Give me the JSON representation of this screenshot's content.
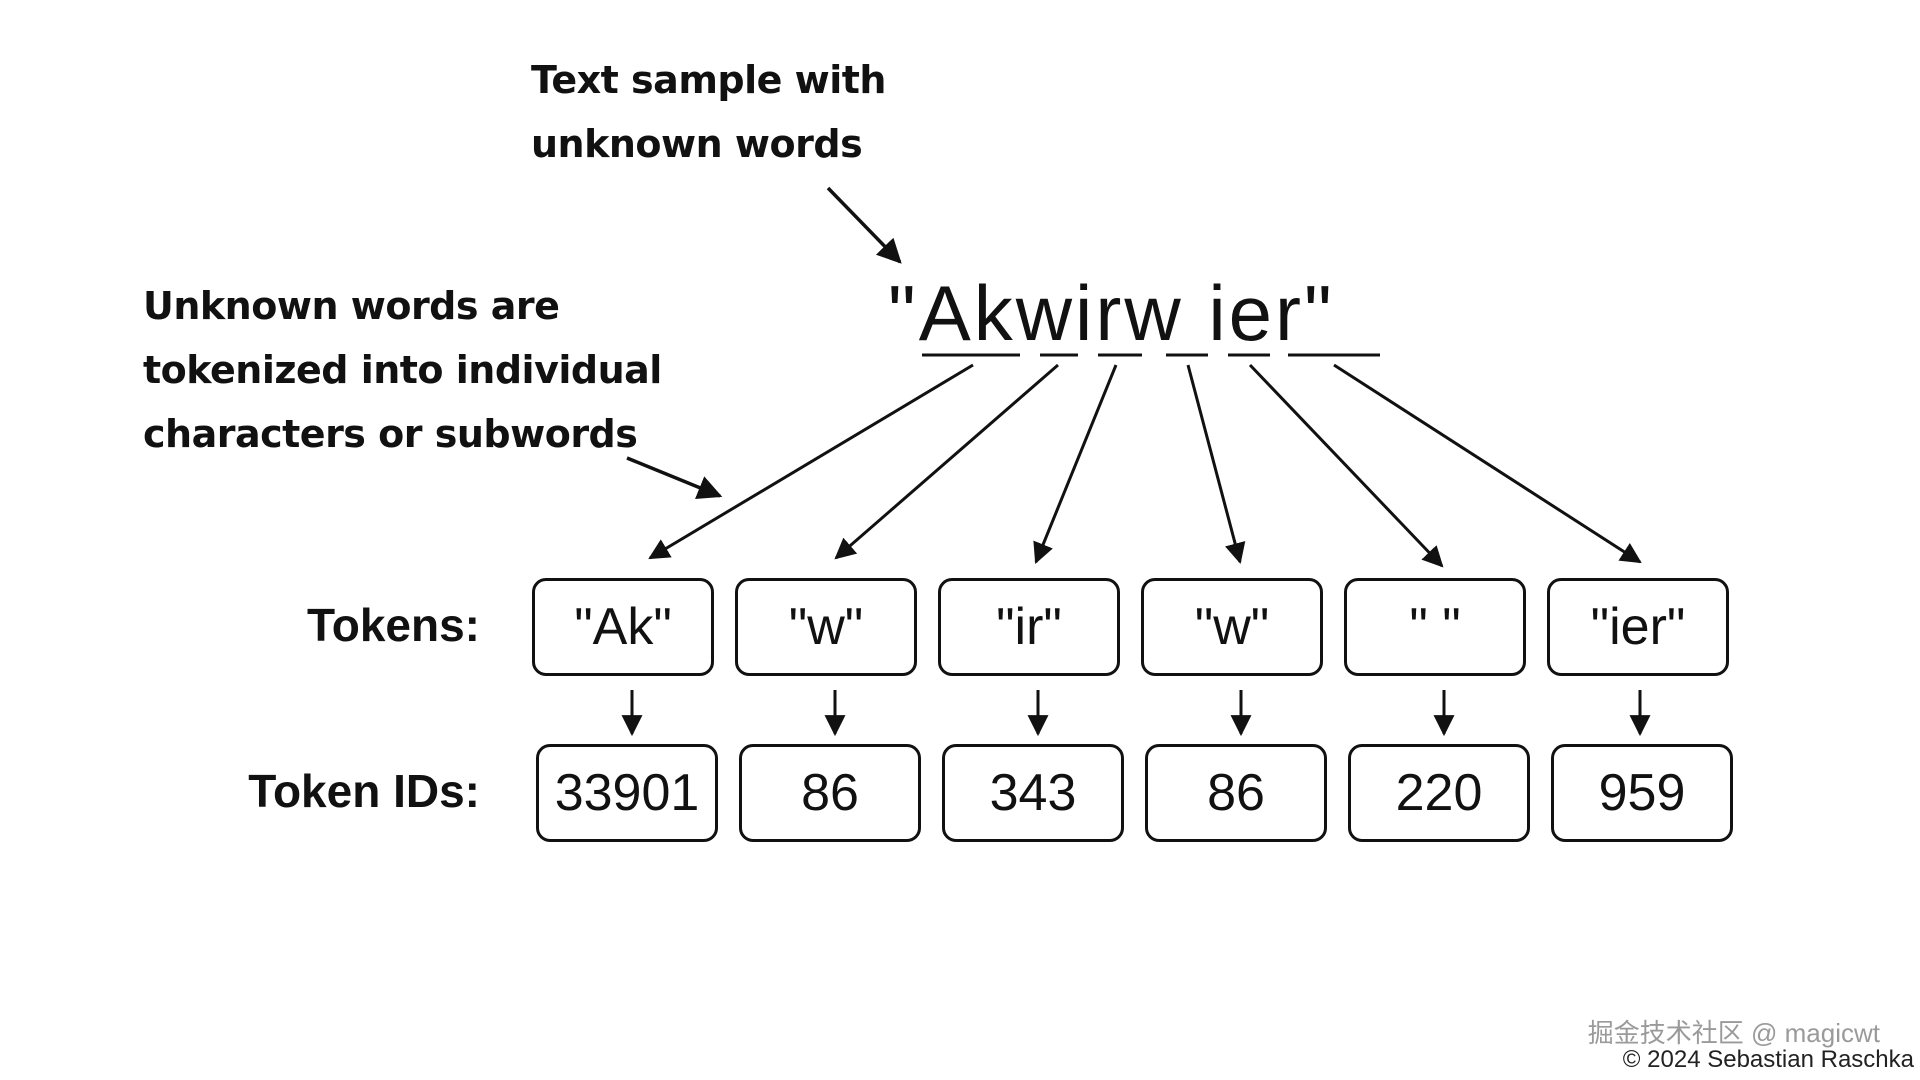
{
  "annotations": {
    "top_line1": "Text sample with",
    "top_line2": "unknown words",
    "left_line1": "Unknown words are",
    "left_line2": "tokenized into individual",
    "left_line3": "characters or subwords"
  },
  "sample_text": "\"Akwirw ier\"",
  "labels": {
    "tokens": "Tokens:",
    "token_ids": "Token IDs:"
  },
  "tokens": [
    "\"Ak\"",
    "\"w\"",
    "\"ir\"",
    "\"w\"",
    "\" \"",
    "\"ier\""
  ],
  "token_ids": [
    "33901",
    "86",
    "343",
    "86",
    "220",
    "959"
  ],
  "footer": {
    "watermark": "掘金技术社区 @ magicwt",
    "copyright": "© 2024 Sebastian Raschka"
  }
}
